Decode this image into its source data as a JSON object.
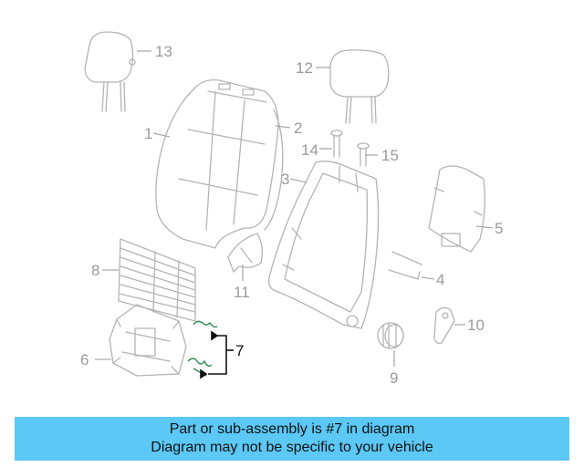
{
  "callouts": [
    {
      "id": "p1",
      "label": "1",
      "highlight": false
    },
    {
      "id": "p2",
      "label": "2",
      "highlight": false
    },
    {
      "id": "p3",
      "label": "3",
      "highlight": false
    },
    {
      "id": "p4",
      "label": "4",
      "highlight": false
    },
    {
      "id": "p5",
      "label": "5",
      "highlight": false
    },
    {
      "id": "p6",
      "label": "6",
      "highlight": false
    },
    {
      "id": "p7",
      "label": "7",
      "highlight": true
    },
    {
      "id": "p8",
      "label": "8",
      "highlight": false
    },
    {
      "id": "p9",
      "label": "9",
      "highlight": false
    },
    {
      "id": "p10",
      "label": "10",
      "highlight": false
    },
    {
      "id": "p11",
      "label": "11",
      "highlight": false
    },
    {
      "id": "p12",
      "label": "12",
      "highlight": false
    },
    {
      "id": "p13",
      "label": "13",
      "highlight": false
    },
    {
      "id": "p14",
      "label": "14",
      "highlight": false
    },
    {
      "id": "p15",
      "label": "15",
      "highlight": false
    }
  ],
  "colors": {
    "part_line": "#b4b4b4",
    "highlight": "#111111",
    "highlight_part": "#2e8b57",
    "banner": "#5bc8f5"
  },
  "banner": {
    "line1": "Part or sub-assembly is #7 in diagram",
    "line2": "Diagram may not be specific to your vehicle"
  }
}
